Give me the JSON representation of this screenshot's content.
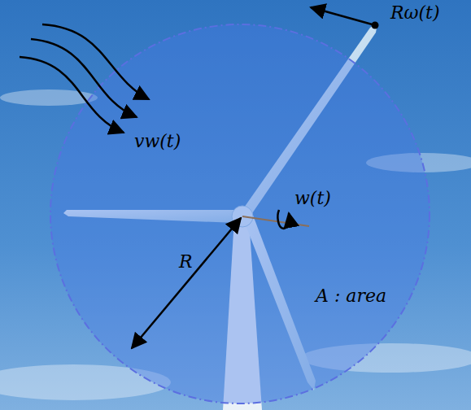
{
  "diagram": {
    "labels": [
      "Rω(t)",
      "vw(t)",
      "w(t)",
      "R",
      "A : area"
    ]
  }
}
